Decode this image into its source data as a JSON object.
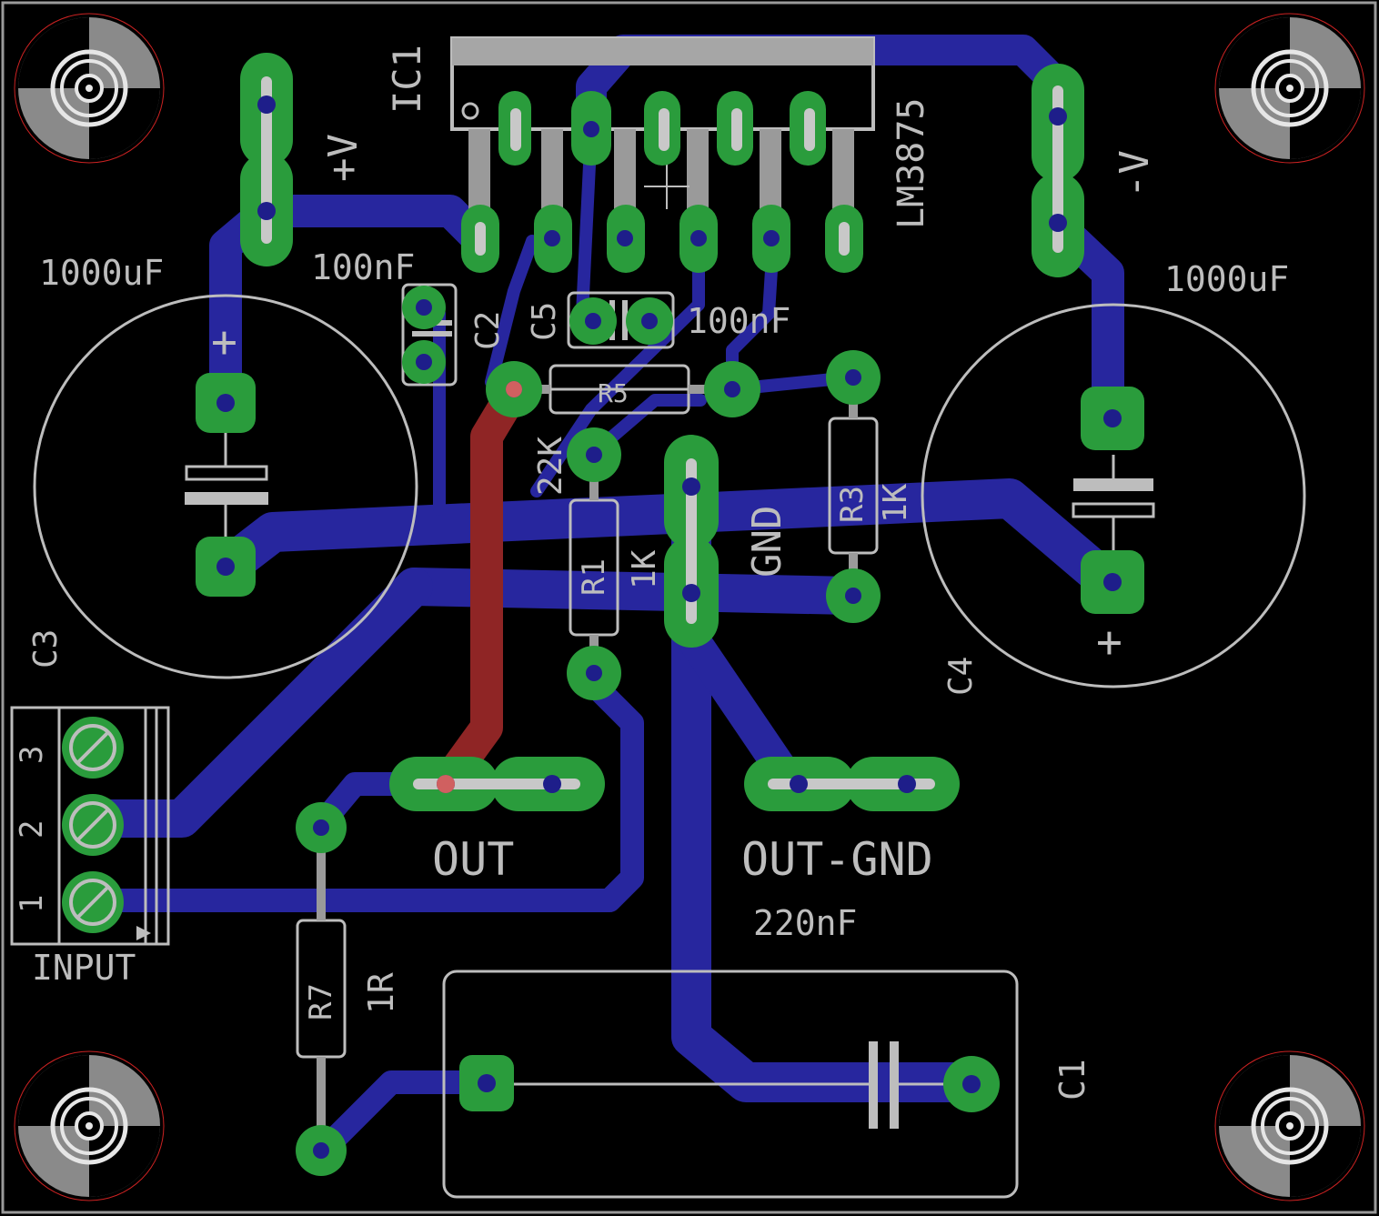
{
  "colors": {
    "background": "#000000",
    "trace_bottom": "#27269e",
    "trace_top": "#8f2525",
    "pad": "#2a9c3c",
    "pad_hole": "#1e1e8a",
    "silkscreen": "#bdbdbd",
    "board_outline": "#9a9a9a",
    "mounting_hole_ring": "#cc2222"
  },
  "labels": {
    "ic1_name": "IC1",
    "ic1_value": "LM3875",
    "plus_v": "+V",
    "minus_v": "-V",
    "c3_value": "1000uF",
    "c4_value": "1000uF",
    "c2_value": "100nF",
    "c5_value": "100nF",
    "c2_name": "C2",
    "c5_name": "C5",
    "c3_name": "C3",
    "c4_name": "C4",
    "r5_name": "R5",
    "r5_value": "22K",
    "r1_name": "R1",
    "r1_value": "1K",
    "r3_name": "R3",
    "r3_value": "1K",
    "gnd": "GND",
    "out": "OUT",
    "out_gnd": "OUT-GND",
    "c1_value": "220nF",
    "c1_name": "C1",
    "r7_name": "R7",
    "r7_value": "1R",
    "input": "INPUT",
    "pin3": "3",
    "pin2": "2",
    "pin1": "1",
    "polarity_plus": "+"
  }
}
